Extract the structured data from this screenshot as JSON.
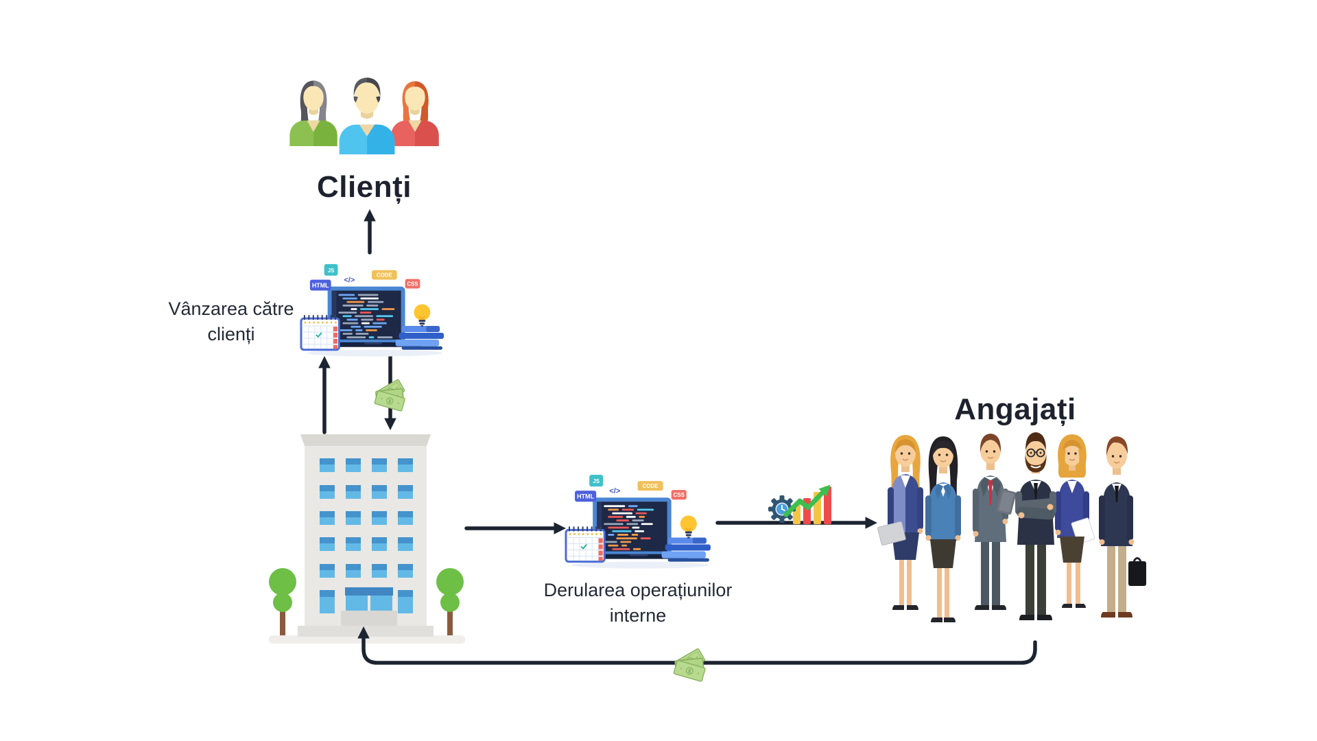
{
  "diagram": {
    "clients_title": "Clienți",
    "employees_title": "Angajați",
    "sales_label_line1": "Vânzarea către",
    "sales_label_line2": "clienți",
    "operations_label_line1": "Derularea operațiunilor",
    "operations_label_line2": "interne"
  },
  "coding_badges": {
    "js": "JS",
    "code": "CODE",
    "html": "HTML",
    "css": "CSS",
    "tag": "</>"
  },
  "money": {
    "symbol": "$"
  },
  "colors": {
    "text": "#1d222e",
    "arrow": "#1c2431",
    "badge_js": "#3fc1c9",
    "badge_code": "#f0c05a",
    "badge_html": "#4d61dd",
    "badge_css": "#f07067",
    "code_tag_symbol": "#3f51c9",
    "laptop_frame": "#4a86d2",
    "laptop_screen": "#1d2946",
    "building_body": "#e9e8e4",
    "window_top": "#4593cc",
    "window_bottom": "#63b9e6",
    "tree_green": "#6dbf45",
    "money_bill_green": "#b7da8e",
    "gear_blue": "#2f5572",
    "clock_face": "#4a9fe0",
    "bar_yellow": "#f6c445",
    "bar_red": "#ef4b4b",
    "growth_arrow_green": "#3dbf4f"
  }
}
